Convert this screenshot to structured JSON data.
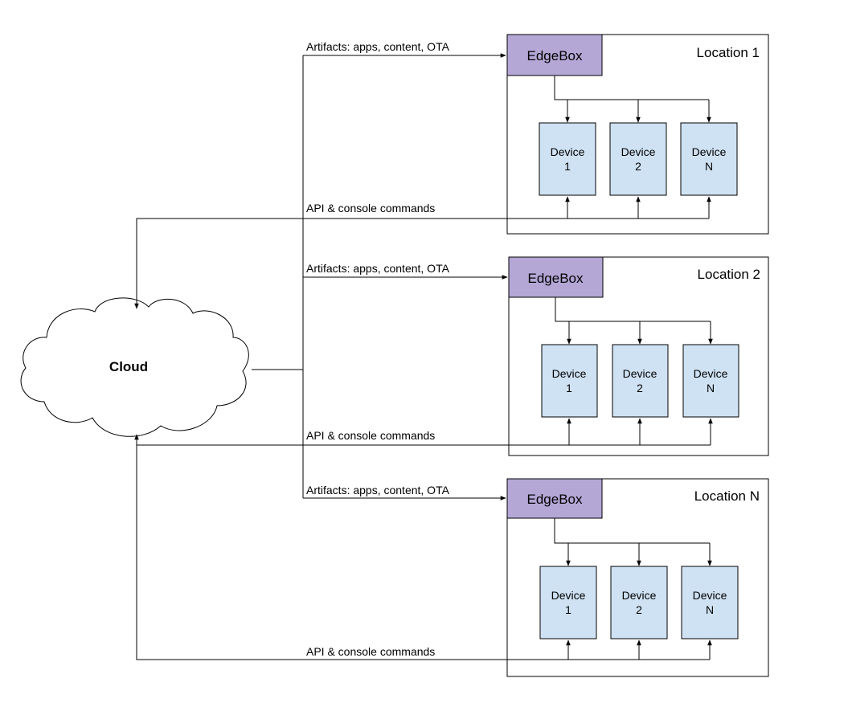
{
  "colors": {
    "edgebox_fill": "#b4a7d6",
    "device_fill": "#cfe2f3",
    "line": "#000000",
    "background": "#ffffff"
  },
  "cloud": {
    "label": "Cloud"
  },
  "locations": [
    {
      "title": "Location 1",
      "edgebox": "EdgeBox",
      "artifacts_label": "Artifacts: apps, content, OTA",
      "api_label": "API & console commands",
      "devices": [
        {
          "line1": "Device",
          "line2": "1"
        },
        {
          "line1": "Device",
          "line2": "2"
        },
        {
          "line1": "Device",
          "line2": "N"
        }
      ]
    },
    {
      "title": "Location 2",
      "edgebox": "EdgeBox",
      "artifacts_label": "Artifacts: apps, content, OTA",
      "api_label": "API & console commands",
      "devices": [
        {
          "line1": "Device",
          "line2": "1"
        },
        {
          "line1": "Device",
          "line2": "2"
        },
        {
          "line1": "Device",
          "line2": "N"
        }
      ]
    },
    {
      "title": "Location N",
      "edgebox": "EdgeBox",
      "artifacts_label": "Artifacts: apps, content, OTA",
      "api_label": "API & console commands",
      "devices": [
        {
          "line1": "Device",
          "line2": "1"
        },
        {
          "line1": "Device",
          "line2": "2"
        },
        {
          "line1": "Device",
          "line2": "N"
        }
      ]
    }
  ]
}
